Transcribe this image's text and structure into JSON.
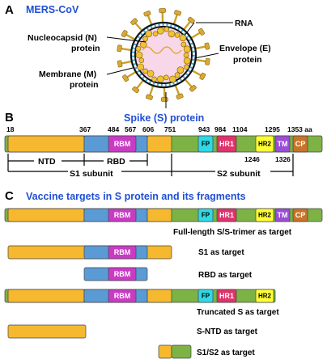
{
  "panel_a": {
    "letter": "A",
    "title": "MERS-CoV",
    "labels": {
      "rna": "RNA",
      "nucleocapsid_1": "Nucleocapsid (N)",
      "nucleocapsid_2": "protein",
      "envelope_1": "Envelope (E)",
      "envelope_2": "protein",
      "membrane_1": "Membrane (M)",
      "membrane_2": "protein",
      "spike_1": "Spike (S) protein"
    }
  },
  "panel_b": {
    "letter": "B",
    "positions_top": {
      "p18": "18",
      "p367": "367",
      "p484": "484",
      "p567": "567",
      "p606": "606",
      "p751": "751",
      "p943": "943",
      "p984": "984",
      "p1104": "1104",
      "p1295": "1295",
      "p1353": "1353 aa"
    },
    "positions_bottom": {
      "p1246": "1246",
      "p1326": "1326"
    },
    "domains": {
      "rbm": "RBM",
      "fp": "FP",
      "hr1": "HR1",
      "hr2": "HR2",
      "tm": "TM",
      "cp": "CP"
    },
    "brackets": {
      "ntd": "NTD",
      "rbd": "RBD",
      "s1": "S1 subunit",
      "s2": "S2 subunit"
    }
  },
  "panel_c": {
    "letter": "C",
    "title": "Vaccine targets in S protein and its fragments",
    "targets": [
      "Full-length S/S-trimer as target",
      "S1 as target",
      "RBD as target",
      "Truncated S as target",
      "S-NTD as target",
      "S1/S2 as target"
    ]
  },
  "colors": {
    "orange": "#f5b82e",
    "blue": "#5b9bd5",
    "magenta": "#c93bc5",
    "green": "#7db344",
    "cyan": "#2fd9e6",
    "red": "#e0336b",
    "yellow": "#ffff33",
    "purple": "#9b4dd6",
    "brown": "#c8732a",
    "title_blue": "#1f4fd6"
  }
}
